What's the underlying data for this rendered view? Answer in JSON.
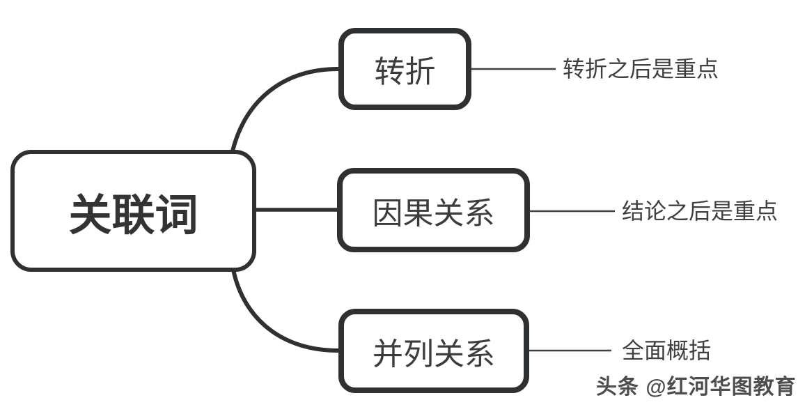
{
  "diagram": {
    "root": {
      "label": "关联词"
    },
    "branches": [
      {
        "node": "转折",
        "note": "转折之后是重点"
      },
      {
        "node": "因果关系",
        "note": "结论之后是重点"
      },
      {
        "node": "并列关系",
        "note": "全面概括"
      }
    ],
    "watermark": "头条 @红河华图教育",
    "colors": {
      "stroke": "#2f3031",
      "root_text": "#333336",
      "node_text": "#3c3c3e",
      "note_text": "#3f3f3f",
      "background": "#ffffff"
    }
  }
}
